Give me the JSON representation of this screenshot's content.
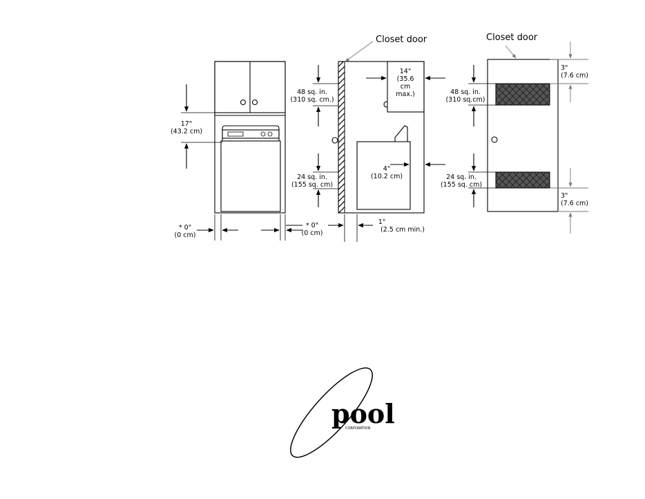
{
  "views": {
    "front": {
      "height_dim": "17\"",
      "height_dim_metric": "(43.2 cm)",
      "side_clearance_left": "* 0\"",
      "side_clearance_left_metric": "(0 cm)"
    },
    "side": {
      "closet_door_label": "Closet door",
      "upper_vent_area": "48 sq. in.",
      "upper_vent_area_metric": "(310 sq. cm.)",
      "lower_vent_area": "24 sq. in.",
      "lower_vent_area_metric": "(155 sq. cm)",
      "shelf_dim_1": "14\"",
      "shelf_dim_2": "(35.6",
      "shelf_dim_3": "cm",
      "shelf_dim_4": "max.)",
      "rear_dim": "4\"",
      "rear_dim_metric": "(10.2 cm)",
      "wall_clearance": "* 0\"",
      "wall_clearance_metric": "(0 cm)",
      "door_clearance": "1\"",
      "door_clearance_metric": "(2.5 cm min.)"
    },
    "door": {
      "closet_door_label": "Closet door",
      "upper_vent_area": "48 sq. in.",
      "upper_vent_area_metric": "(310 sq.cm)",
      "lower_vent_area": "24 sq. in.",
      "lower_vent_area_metric": "(155 sq. cm)",
      "top_offset": "3\"",
      "top_offset_metric": "(7.6 cm)",
      "bottom_offset": "3\"",
      "bottom_offset_metric": "(7.6 cm)"
    }
  },
  "logo": {
    "wordmark": "pool",
    "subtitle": "CORPORATION"
  }
}
